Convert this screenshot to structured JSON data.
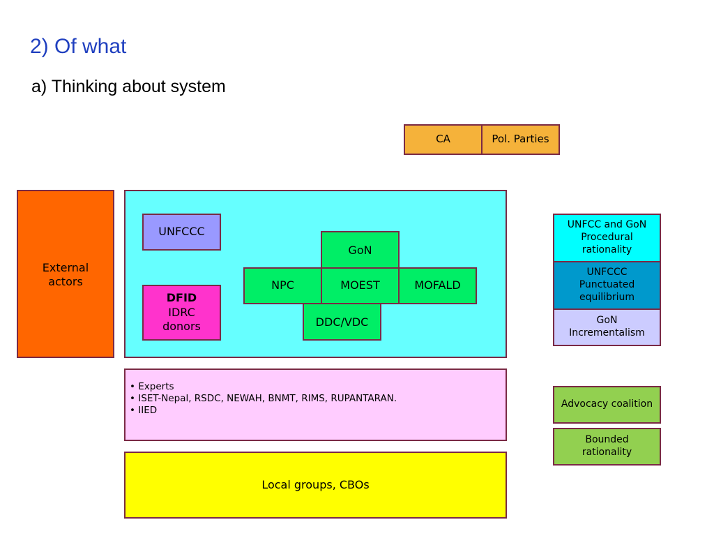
{
  "heading": "2) Of what",
  "subheading": "a) Thinking about system",
  "top_boxes": {
    "ca": "CA",
    "parties": "Pol. Parties"
  },
  "external": "External actors",
  "unfccc": "UNFCCC",
  "donors": {
    "dfid": "DFID",
    "idrc": "IDRC",
    "donors": "donors"
  },
  "gov": {
    "gon": "GoN",
    "npc": "NPC",
    "moest": "MOEST",
    "mofald": "MOFALD",
    "ddc": "DDC/VDC"
  },
  "experts": [
    "Experts",
    "ISET-Nepal, RSDC, NEWAH, BNMT, RIMS, RUPANTARAN.",
    "IIED"
  ],
  "local": "Local groups, CBOs",
  "theories": {
    "procedural": "UNFCC and GoN Procedural rationality",
    "punctuated": "UNFCCC Punctuated equilibrium",
    "incremental": "GoN Incrementalism",
    "advocacy": "Advocacy coalition",
    "bounded": "Bounded rationality"
  },
  "colors": {
    "title": "#1f3fbf",
    "border": "#7a2a45",
    "ca": "#f5b23a",
    "external": "#ff6600",
    "system": "#66ffff",
    "unfccc": "#9999ff",
    "donors": "#ff33cc",
    "gov": "#00ee66",
    "experts": "#ffccff",
    "local": "#ffff00",
    "procedural": "#00ffff",
    "punctuated": "#0099cc",
    "incremental": "#ccccff",
    "green_theory": "#92d050"
  }
}
